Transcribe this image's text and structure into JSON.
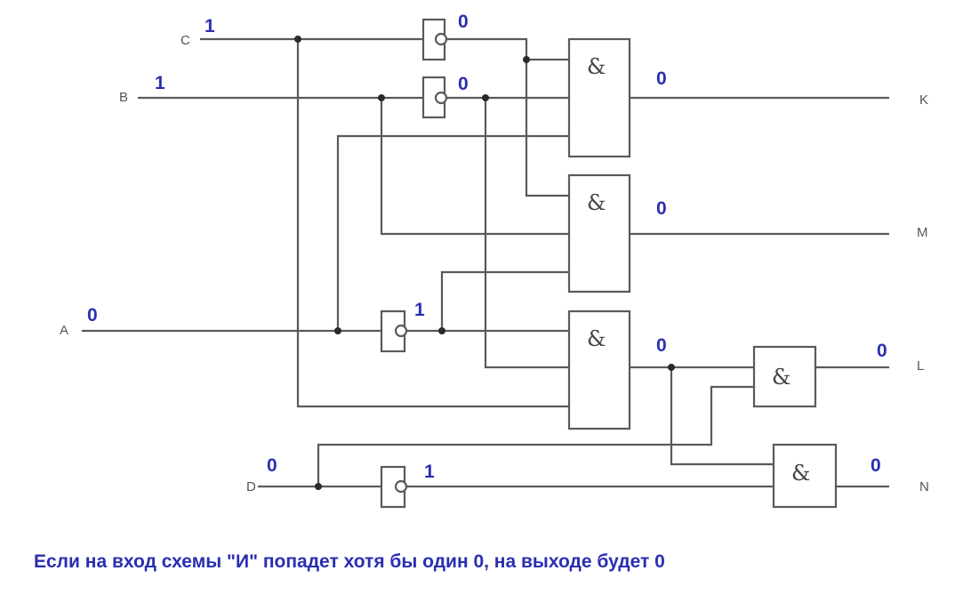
{
  "inputs": {
    "C": "C",
    "B": "B",
    "A": "A",
    "D": "D"
  },
  "outputs": {
    "K": "K",
    "M": "M",
    "L": "L",
    "N": "N"
  },
  "gate_symbol": "&",
  "values": {
    "C_in": "1",
    "B_in": "1",
    "A_in": "0",
    "D_in": "0",
    "not_C": "0",
    "not_B": "0",
    "not_A": "1",
    "not_D": "1",
    "K_gate": "0",
    "M_gate": "0",
    "and3": "0",
    "L_out": "0",
    "N_out": "0"
  },
  "note": "Если на вход схемы \"И\" попадет хотя бы один 0, на выходе будет 0",
  "colors": {
    "wire": "#5a5a5a",
    "value": "#2a2fb0"
  }
}
